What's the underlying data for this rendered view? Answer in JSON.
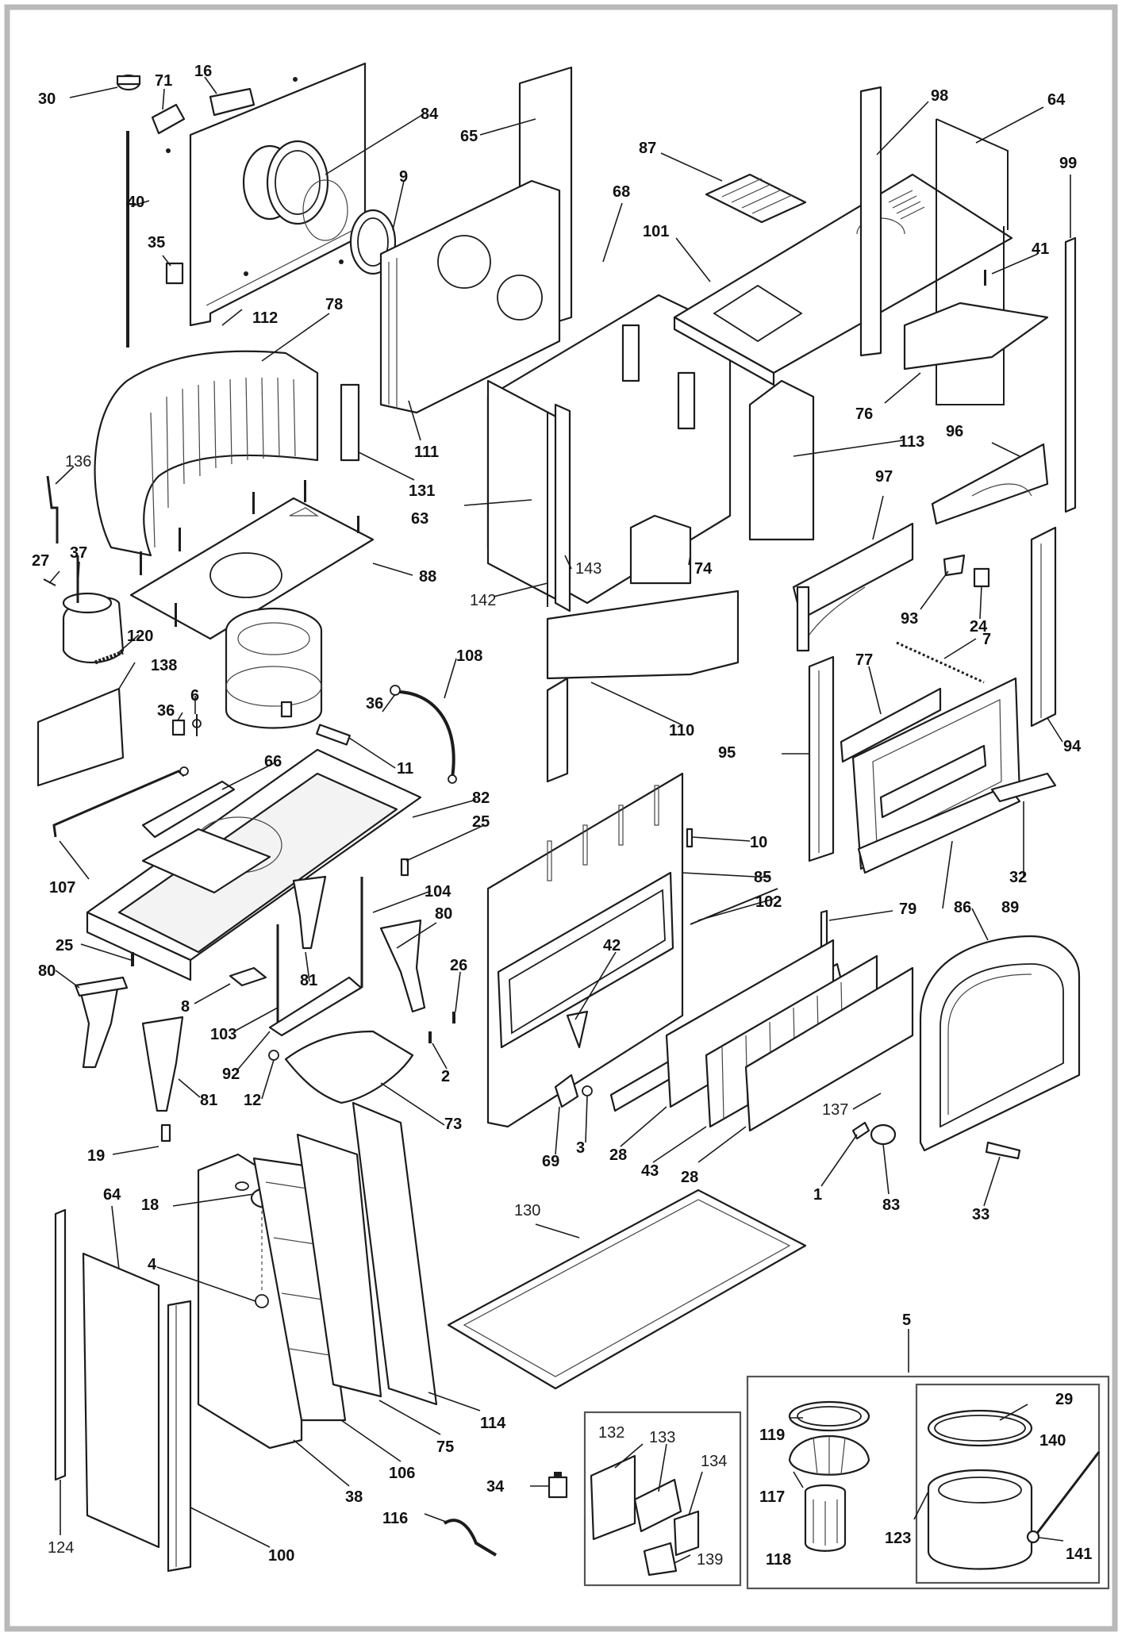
{
  "labels": {
    "p30": "30",
    "p71": "71",
    "p16": "16",
    "p84": "84",
    "p65": "65",
    "p87": "87",
    "p98": "98",
    "p64": "64",
    "p99": "99",
    "p40": "40",
    "p9": "9",
    "p68": "68",
    "p101": "101",
    "p41": "41",
    "p35": "35",
    "p112": "112",
    "p78": "78",
    "p111": "111",
    "p76": "76",
    "p131": "131",
    "p113": "113",
    "p96": "96",
    "p136": "136",
    "p63": "63",
    "p97": "97",
    "p27": "27",
    "p37": "37",
    "p143": "143",
    "p74": "74",
    "p88": "88",
    "p142": "142",
    "p93": "93",
    "p24": "24",
    "p120": "120",
    "p7": "7",
    "p138": "138",
    "p6": "6",
    "p108": "108",
    "p77": "77",
    "p36a": "36",
    "p36b": "36",
    "p110": "110",
    "p66": "66",
    "p11": "11",
    "p95": "95",
    "p94": "94",
    "p82": "82",
    "p25a": "25",
    "p10": "10",
    "p107": "107",
    "p85": "85",
    "p32": "32",
    "p104": "104",
    "p102": "102",
    "p79": "79",
    "p86": "86",
    "p89": "89",
    "p25b": "25",
    "p80a": "80",
    "p42": "42",
    "p80b": "80",
    "p26": "26",
    "p81a": "81",
    "p8": "8",
    "p103": "103",
    "p92": "92",
    "p12": "12",
    "p81b": "81",
    "p2": "2",
    "p73": "73",
    "p137": "137",
    "p19": "19",
    "p69": "69",
    "p3": "3",
    "p28a": "28",
    "p43": "43",
    "p28b": "28",
    "p1": "1",
    "p83": "83",
    "p33": "33",
    "p18": "18",
    "p64b": "64",
    "p130": "130",
    "p4": "4",
    "p5": "5",
    "p29": "29",
    "p132": "132",
    "p133": "133",
    "p140": "140",
    "p119": "119",
    "p134": "134",
    "p114": "114",
    "p75": "75",
    "p106": "106",
    "p117": "117",
    "p38": "38",
    "p34": "34",
    "p123": "123",
    "p141": "141",
    "p118": "118",
    "p139": "139",
    "p116": "116",
    "p124": "124",
    "p100": "100"
  },
  "colors": {
    "ink": "#1c1c1c",
    "frame": "#b9b9b9",
    "paper": "#ffffff"
  }
}
